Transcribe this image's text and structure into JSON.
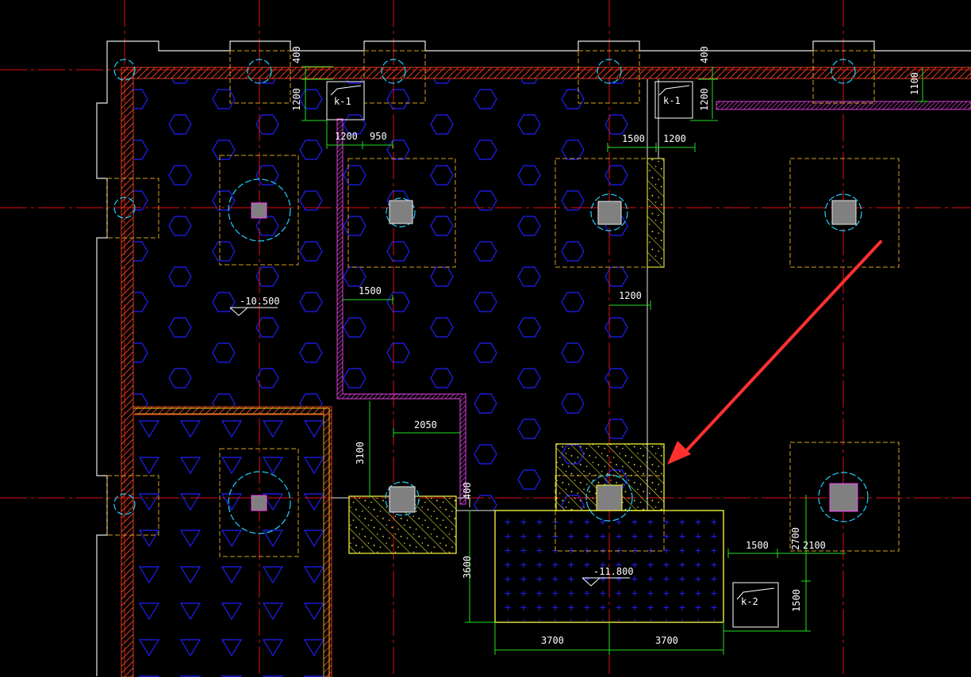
{
  "drawing": {
    "colors": {
      "background": "#000000",
      "axis": "#e01010",
      "wall": "#e8e8e8",
      "wall_hatch": "#e04020",
      "column": "#808080",
      "column_outline": "#ff40ff",
      "dim_line": "#20e020",
      "dim_text": "#ffffff",
      "pile_pattern": "#2020ff",
      "cap_outline": "#d4a020",
      "pit_hatch": "#ffff40",
      "pile_circle": "#20d0ff",
      "conduit": "#e040e0",
      "arrow": "#ff3030"
    },
    "pit_tags": {
      "k1_top_left": "k-1",
      "k1_top_right": "k-1",
      "k2": "k-2"
    },
    "elevations": {
      "main_slab": "-10.500",
      "deep_pit": "-11.800"
    },
    "dimensions": {
      "d400_top_left": "400",
      "d1200_top_left": "1200",
      "d1200_under_k1": "1200",
      "d950": "950",
      "d400_top_right": "400",
      "d1200_right_k1": "1200",
      "d1100": "1100",
      "d1500_top": "1500",
      "d1200_top": "1200",
      "d1500_mid": "1500",
      "d1200_mid": "1200",
      "d2050": "2050",
      "d3100": "3100",
      "d400_mid": "400",
      "d3600": "3600",
      "d3700_left": "3700",
      "d3700_right": "3700",
      "d1500_right": "1500",
      "d2700": "2700",
      "d2100": "2100",
      "d1500_k2": "1500"
    },
    "annotation": {
      "arrow_icon": "red-pointer-arrow"
    }
  }
}
